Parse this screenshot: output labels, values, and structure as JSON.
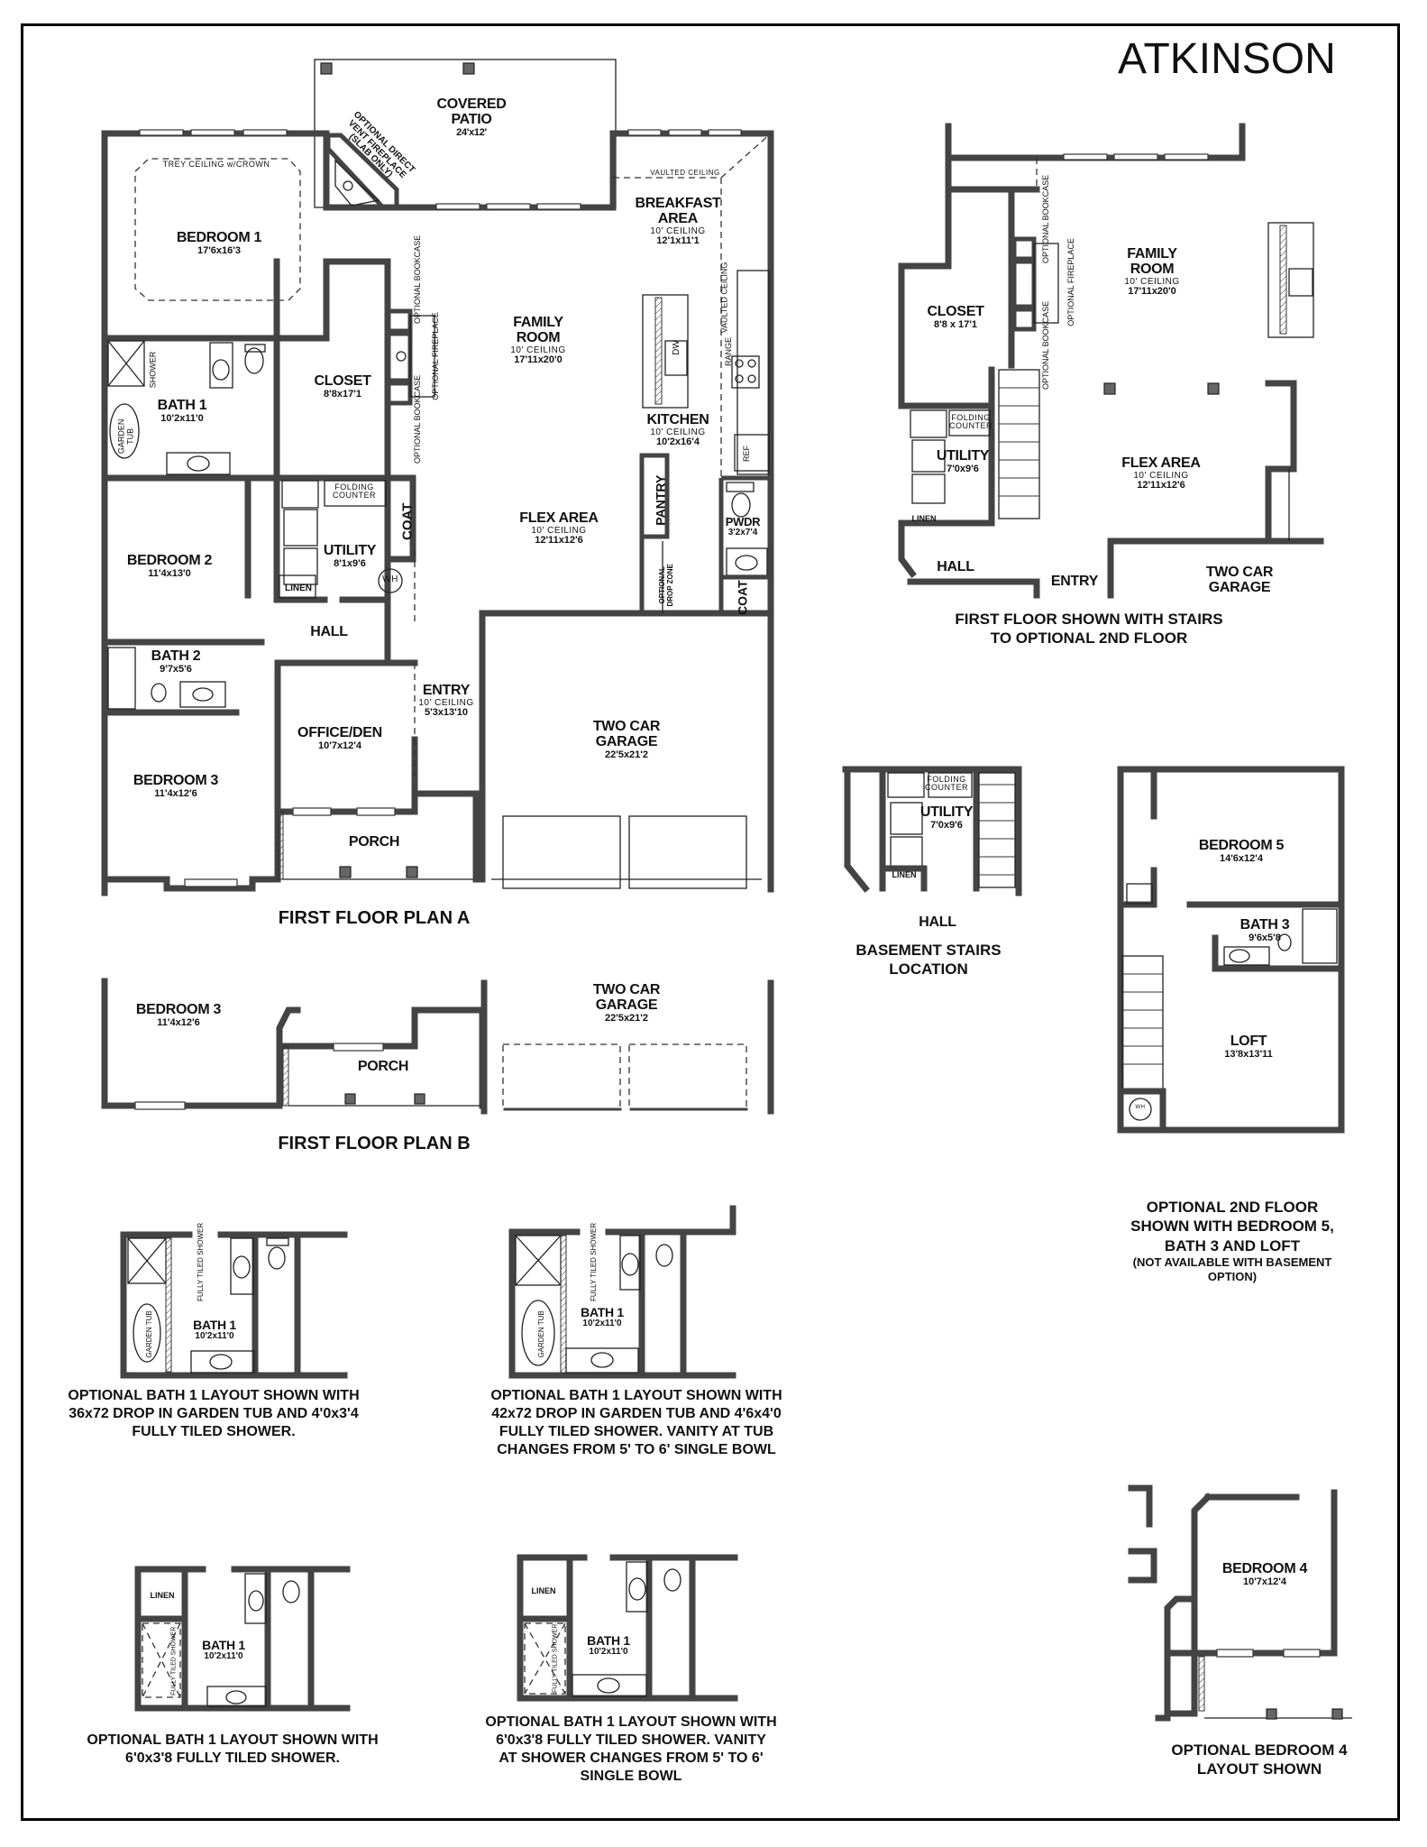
{
  "title": "ATKINSON",
  "plan_a": {
    "caption": "FIRST FLOOR PLAN A",
    "rooms": {
      "covered_patio": {
        "name_1": "COVERED",
        "name_2": "PATIO",
        "dims": "24'x12'"
      },
      "fireplace_note": {
        "line_1": "OPTIONAL DIRECT",
        "line_2": "VENT FIREPLACE",
        "line_3": "(SLAB ONLY)"
      },
      "bedroom_1": {
        "name": "BEDROOM 1",
        "dims": "17'6x16'3",
        "ceiling": "TREY CEILING w/CROWN"
      },
      "breakfast": {
        "name_1": "BREAKFAST",
        "name_2": "AREA",
        "ceiling": "10' CEILING",
        "dims": "12'1x11'1"
      },
      "vaulted_1": "VAULTED CEILING",
      "vaulted_2": "VAULTED CEILING",
      "family_room": {
        "name_1": "FAMILY",
        "name_2": "ROOM",
        "ceiling": "10' CEILING",
        "dims": "17'11x20'0"
      },
      "kitchen": {
        "name": "KITCHEN",
        "ceiling": "10' CEILING",
        "dims": "10'2x16'4"
      },
      "dw": "DW",
      "range": "RANGE",
      "ref": "REF",
      "closet": {
        "name": "CLOSET",
        "dims": "8'8x17'1"
      },
      "bath_1": {
        "name": "BATH 1",
        "dims": "10'2x11'0",
        "shower": "SHOWER",
        "tub": "GARDEN TUB"
      },
      "optional_bookcase": "OPTIONAL BOOKCASE",
      "optional_fireplace": "OPTIONAL FIREPLACE",
      "bedroom_2": {
        "name": "BEDROOM 2",
        "dims": "11'4x13'0"
      },
      "folding_counter": "FOLDING COUNTER",
      "utility": {
        "name": "UTILITY",
        "dims": "8'1x9'6"
      },
      "wh": "WH",
      "linen": "LINEN",
      "coat": "COAT",
      "hall": "HALL",
      "flex_area": {
        "name": "FLEX AREA",
        "ceiling": "10' CEILING",
        "dims": "12'11x12'6"
      },
      "pantry": "PANTRY",
      "pwdr": {
        "name": "PWDR",
        "dims": "3'2x7'4"
      },
      "drop_zone": "OPTIONAL DROP ZONE",
      "coat_2": "COAT",
      "bath_2": {
        "name": "BATH 2",
        "dims": "9'7x5'6"
      },
      "entry": {
        "name": "ENTRY",
        "ceiling": "10' CEILING",
        "dims": "5'3x13'10"
      },
      "office": {
        "name": "OFFICE/DEN",
        "dims": "10'7x12'4"
      },
      "bedroom_3": {
        "name": "BEDROOM 3",
        "dims": "11'4x12'6"
      },
      "porch": "PORCH",
      "garage": {
        "name_1": "TWO CAR",
        "name_2": "GARAGE",
        "dims": "22'5x21'2"
      }
    }
  },
  "plan_b": {
    "caption": "FIRST FLOOR PLAN B",
    "bedroom_3": {
      "name": "BEDROOM 3",
      "dims": "11'4x12'6"
    },
    "porch": "PORCH",
    "garage": {
      "name_1": "TWO CAR",
      "name_2": "GARAGE",
      "dims": "22'5x21'2"
    }
  },
  "stairs_option": {
    "caption_1": "FIRST FLOOR SHOWN WITH STAIRS",
    "caption_2": "TO OPTIONAL 2ND FLOOR",
    "closet": {
      "name": "CLOSET",
      "dims": "8'8 x 17'1"
    },
    "family_room": {
      "name_1": "FAMILY",
      "name_2": "ROOM",
      "ceiling": "10' CEILING",
      "dims": "17'11x20'0"
    },
    "optional_bookcase": "OPTIONAL BOOKCASE",
    "optional_fireplace": "OPTIONAL FIREPLACE",
    "folding_counter": "FOLDING COUNTER",
    "utility": {
      "name": "UTILITY",
      "dims": "7'0x9'6"
    },
    "linen": "LINEN",
    "flex_area": {
      "name": "FLEX AREA",
      "ceiling": "10' CEILING",
      "dims": "12'11x12'6"
    },
    "hall": "HALL",
    "entry": "ENTRY",
    "garage": {
      "name_1": "TWO CAR",
      "name_2": "GARAGE"
    }
  },
  "basement_option": {
    "caption_1": "BASEMENT STAIRS",
    "caption_2": "LOCATION",
    "folding_counter": "FOLDING COUNTER",
    "utility": {
      "name": "UTILITY",
      "dims": "7'0x9'6"
    },
    "linen": "LINEN",
    "hall": "HALL"
  },
  "second_floor": {
    "caption_1": "OPTIONAL  2ND FLOOR",
    "caption_2": "SHOWN WITH BEDROOM 5,",
    "caption_3": "BATH 3 AND LOFT",
    "caption_4": "(NOT AVAILABLE WITH BASEMENT",
    "caption_5": "OPTION)",
    "bedroom_5": {
      "name": "BEDROOM 5",
      "dims": "14'6x12'4"
    },
    "bath_3": {
      "name": "BATH 3",
      "dims": "9'6x5'8"
    },
    "loft": {
      "name": "LOFT",
      "dims": "13'8x13'11"
    },
    "wh": "WH"
  },
  "bath_options": [
    {
      "lines": [
        "OPTIONAL BATH 1 LAYOUT SHOWN WITH",
        "36x72 DROP IN GARDEN TUB AND 4'0x3'4",
        "FULLY TILED SHOWER."
      ],
      "name": "BATH 1",
      "dims": "10'2x11'0",
      "shower": "FULLY TILED SHOWER",
      "tub": "GARDEN TUB"
    },
    {
      "lines": [
        "OPTIONAL BATH 1 LAYOUT SHOWN WITH",
        "42x72 DROP IN GARDEN TUB AND 4'6x4'0",
        "FULLY TILED SHOWER.  VANITY AT TUB",
        "CHANGES FROM 5' TO 6' SINGLE BOWL"
      ],
      "name": "BATH 1",
      "dims": "10'2x11'0",
      "shower": "FULLY TILED SHOWER",
      "tub": "GARDEN TUB"
    },
    {
      "lines": [
        "OPTIONAL BATH 1 LAYOUT SHOWN WITH",
        "6'0x3'8 FULLY TILED SHOWER."
      ],
      "name": "BATH 1",
      "dims": "10'2x11'0",
      "shower": "FULLY TILED SHOWER",
      "linen": "LINEN"
    },
    {
      "lines": [
        "OPTIONAL BATH 1 LAYOUT SHOWN WITH",
        "6'0x3'8 FULLY TILED SHOWER.  VANITY",
        "AT SHOWER CHANGES FROM 5' TO 6'",
        "SINGLE BOWL"
      ],
      "name": "BATH 1",
      "dims": "10'2x11'0",
      "shower": "FULLY TILED SHOWER",
      "linen": "LINEN"
    }
  ],
  "bedroom_4_option": {
    "caption_1": "OPTIONAL BEDROOM 4",
    "caption_2": "LAYOUT SHOWN",
    "bedroom_4": {
      "name": "BEDROOM 4",
      "dims": "10'7x12'4"
    }
  }
}
